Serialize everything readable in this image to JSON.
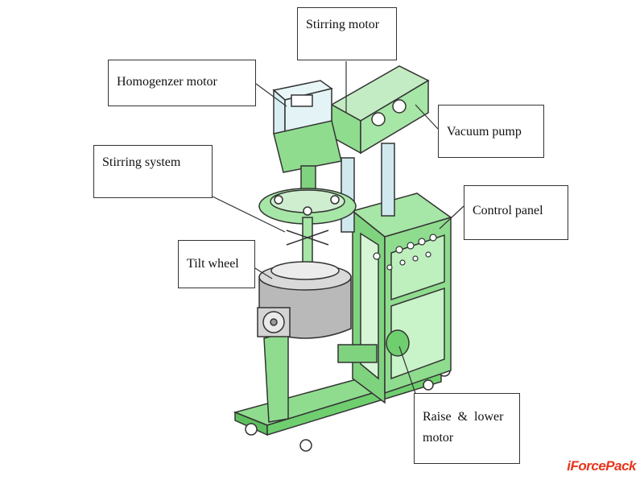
{
  "labels": {
    "stirring_motor": "Stirring motor",
    "homogenizer_motor": "Homogenzer motor",
    "vacuum_pump": "Vacuum pump",
    "stirring_system": "Stirring system",
    "control_panel": "Control panel",
    "tilt_wheel": "Tilt wheel",
    "raise_lower_line1": "Raise  &  lower",
    "raise_lower_line2": "motor"
  },
  "logo": {
    "prefix": "i",
    "brand": "Force",
    "suffix": "Pack"
  },
  "colors": {
    "frame_green": "#8fdc8f",
    "frame_green_dark": "#5fbf5f",
    "tank_gray": "#b9b9b9",
    "outline": "#333333",
    "logo_red": "#e8341c"
  }
}
